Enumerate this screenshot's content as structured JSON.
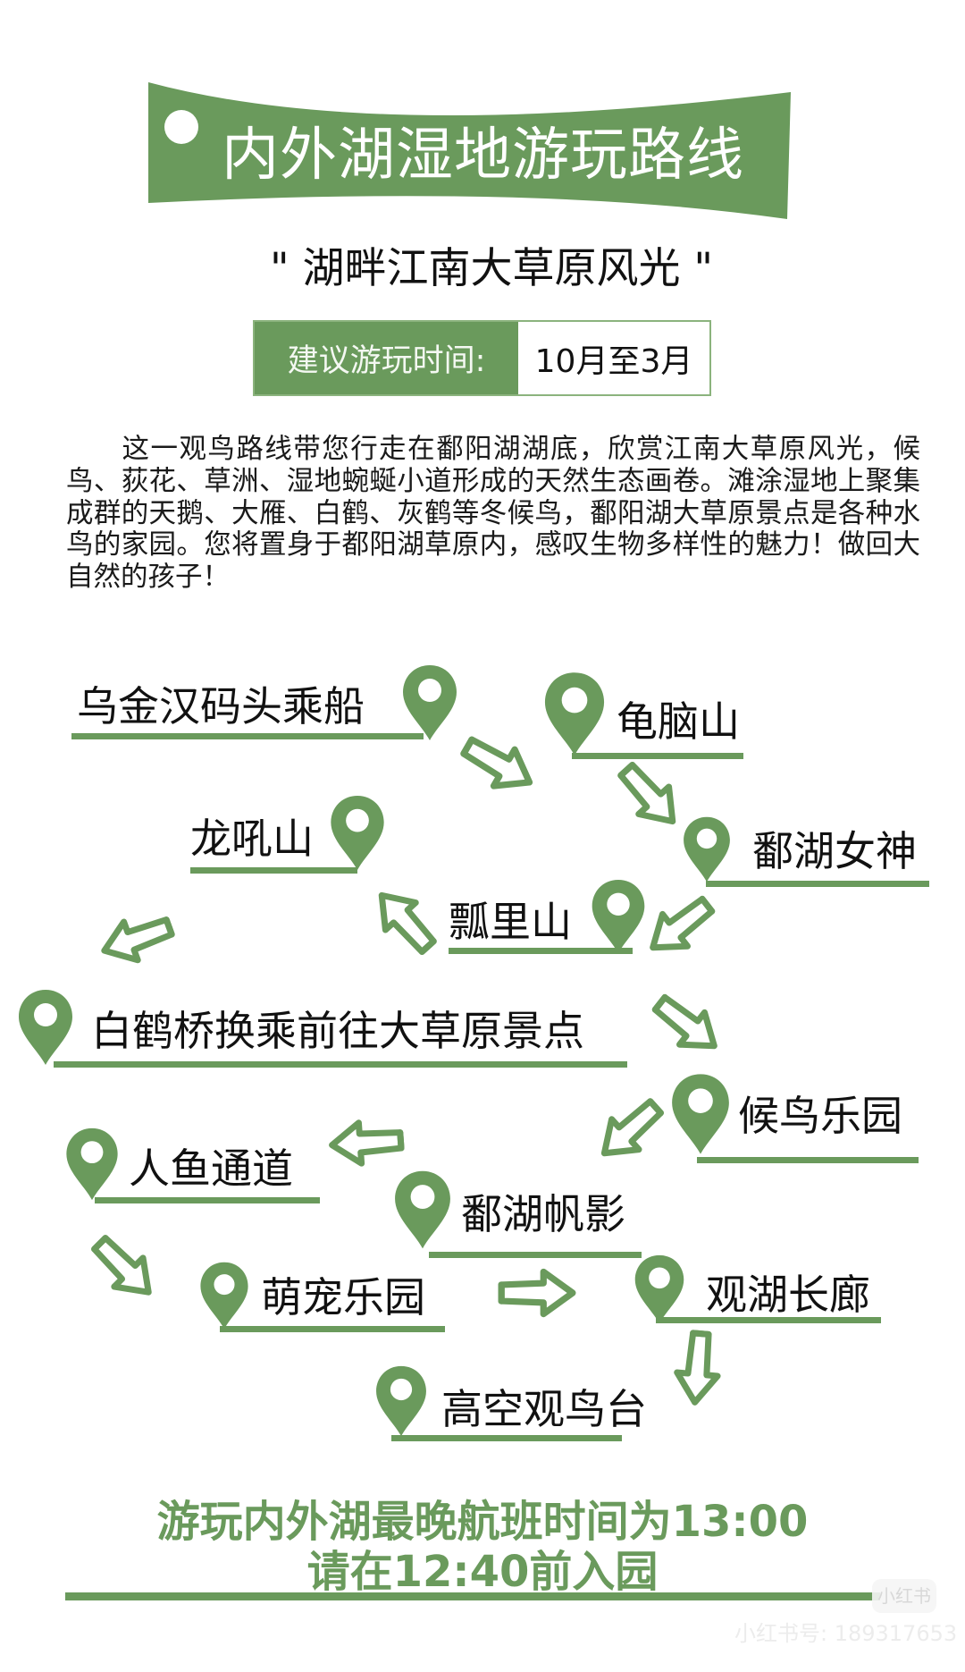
{
  "header": {
    "title": "内外湖湿地游玩路线",
    "subtitle": "\" 湖畔江南大草原风光 \"",
    "time_label": "建议游玩时间:",
    "time_value": "10月至3月"
  },
  "intro": "这一观鸟路线带您行走在鄱阳湖湖底，欣赏江南大草原风光，候鸟、荻花、草洲、湿地蜿蜒小道形成的天然生态画卷。滩涂湿地上聚集成群的天鹅、大雁、白鹤、灰鹤等冬候鸟，鄱阳湖大草原景点是各种水鸟的家园。您将置身于都阳湖草原内，感叹生物多样性的魅力！做回大自然的孩子！",
  "route": {
    "icon": "map-pin-icon",
    "arrow_icon": "hollow-arrow-icon",
    "stops": [
      {
        "order": 1,
        "name": "乌金汉码头乘船"
      },
      {
        "order": 2,
        "name": "龟脑山"
      },
      {
        "order": 3,
        "name": "鄱湖女神"
      },
      {
        "order": 4,
        "name": "瓢里山"
      },
      {
        "order": 5,
        "name": "龙吼山"
      },
      {
        "order": 6,
        "name": "白鹤桥换乘前往大草原景点"
      },
      {
        "order": 7,
        "name": "候鸟乐园"
      },
      {
        "order": 8,
        "name": "鄱湖帆影"
      },
      {
        "order": 9,
        "name": "人鱼通道"
      },
      {
        "order": 10,
        "name": "萌宠乐园"
      },
      {
        "order": 11,
        "name": "观湖长廊"
      },
      {
        "order": 12,
        "name": "高空观鸟台"
      }
    ]
  },
  "notice": {
    "line1": "游玩内外湖最晚航班时间为13:00",
    "line2": "请在12:40前入园"
  },
  "watermark": {
    "badge": "小红书",
    "account": "小红书号: 189317653"
  },
  "colors": {
    "accent_green": "#6a9a5c",
    "text": "#111111",
    "background": "#ffffff"
  }
}
